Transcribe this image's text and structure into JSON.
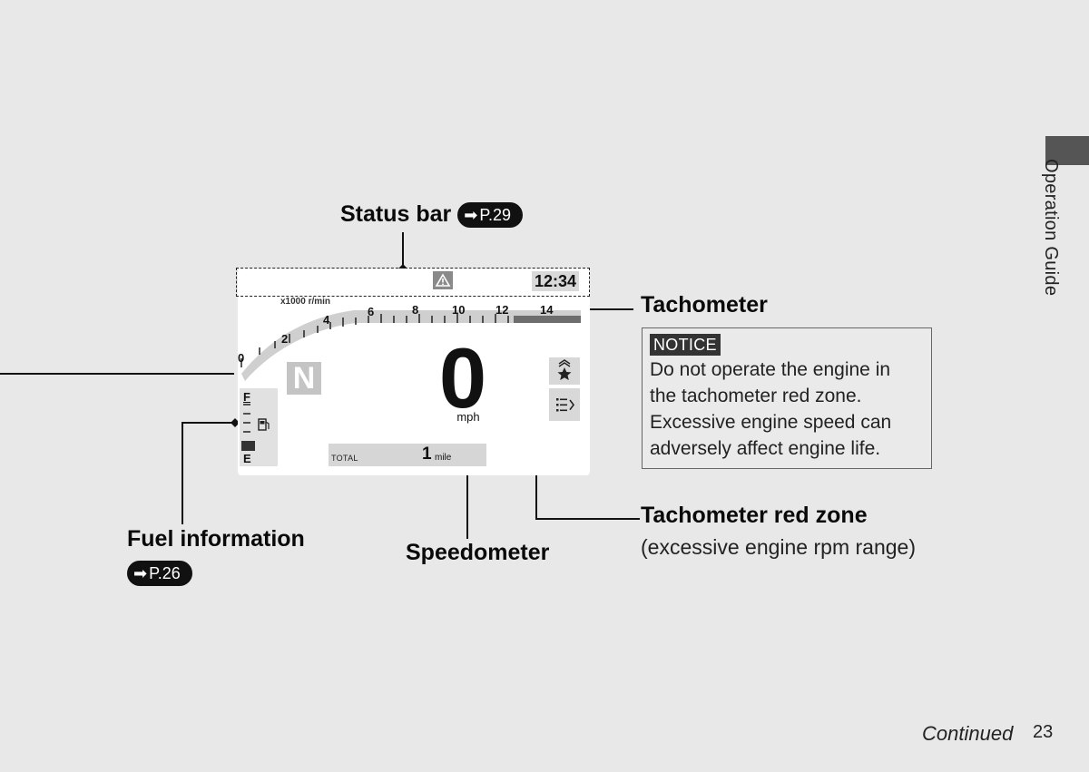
{
  "side_tab": {
    "label": "Operation Guide"
  },
  "callouts": {
    "status_bar": {
      "label": "Status bar",
      "ref": "P.29"
    },
    "tachometer": {
      "label": "Tachometer"
    },
    "tachometer_red_zone": {
      "label": "Tachometer red zone",
      "sublabel": "(excessive engine rpm range)"
    },
    "speedometer": {
      "label": "Speedometer"
    },
    "fuel_information": {
      "label": "Fuel information",
      "ref": "P.26"
    }
  },
  "notice": {
    "tag": "NOTICE",
    "lines": [
      "Do not operate the engine in",
      "the tachometer red zone.",
      "Excessive engine speed can",
      "adversely affect engine life."
    ]
  },
  "display": {
    "clock": "12:34",
    "tach_unit": "x1000 r/min",
    "tach_ticks": [
      "0",
      "2",
      "4",
      "6",
      "8",
      "10",
      "12",
      "14"
    ],
    "gear": "N",
    "speed": "0",
    "speed_unit": "mph",
    "odometer": {
      "label": "TOTAL",
      "value": "1",
      "unit": "mile"
    },
    "fuel": {
      "full": "F",
      "empty": "E"
    }
  },
  "footer": {
    "continued": "Continued",
    "page": "23"
  }
}
